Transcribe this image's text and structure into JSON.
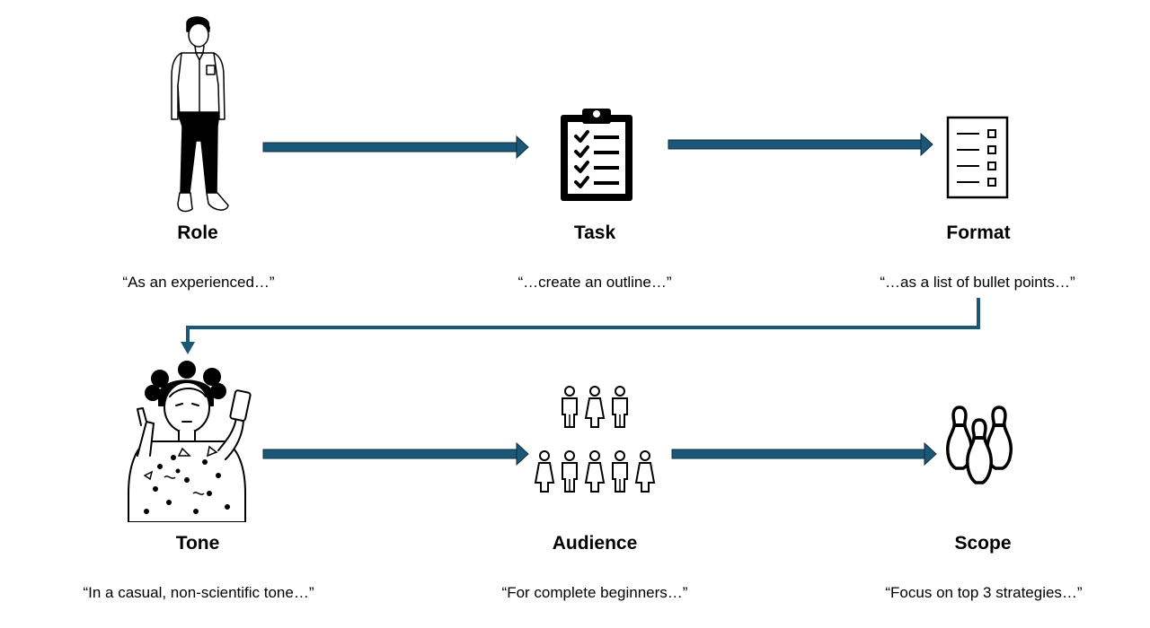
{
  "accent_color": "#1B5878",
  "steps": [
    {
      "label": "Role",
      "quote": "“As an experienced…”",
      "icon": "standing-man-icon"
    },
    {
      "label": "Task",
      "quote": "“…create an outline…”",
      "icon": "clipboard-checklist-icon"
    },
    {
      "label": "Format",
      "quote": "“…as a list of bullet points…”",
      "icon": "bullet-list-document-icon"
    },
    {
      "label": "Tone",
      "quote": "“In a casual, non-scientific tone…”",
      "icon": "casual-woman-phone-icon"
    },
    {
      "label": "Audience",
      "quote": "“For complete beginners…”",
      "icon": "people-group-icon"
    },
    {
      "label": "Scope",
      "quote": "“Focus on top 3 strategies…”",
      "icon": "bowling-pins-icon"
    }
  ]
}
